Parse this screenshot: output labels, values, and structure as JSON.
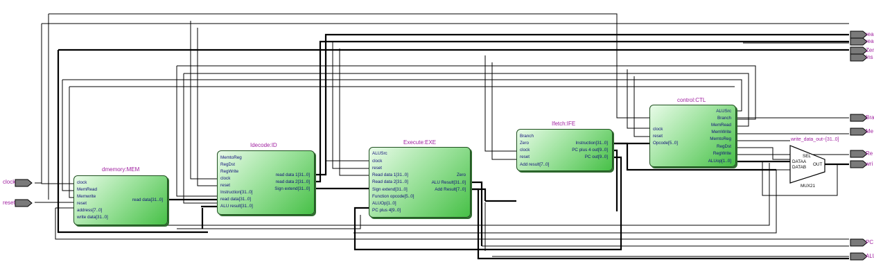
{
  "blocks": {
    "mem": {
      "name": "dmemory:MEM",
      "inputs": [
        "clock",
        "MemRead",
        "Memwrite",
        "reset",
        "address[7..0]",
        "write data[31..0]"
      ],
      "outputs": [
        "read data[31..0]"
      ]
    },
    "id": {
      "name": "Idecode:ID",
      "inputs": [
        "MemtoReg",
        "RegDst",
        "RegWrite",
        "clock",
        "reset",
        "Instruction[31..0]",
        "read data[31..0]",
        "ALU result[31..0]"
      ],
      "outputs": [
        "read data 1[31..0]",
        "read data 2[31..0]",
        "Sign extend[31..0]"
      ]
    },
    "exe": {
      "name": "Execute:EXE",
      "inputs": [
        "ALUSrc",
        "clock",
        "reset",
        "Read data 1[31..0]",
        "Read data 2[31..0]",
        "Sign extend[31..0]",
        "Function opcode[5..0]",
        "ALUOp[1..0]",
        "PC plus 4[9..0]"
      ],
      "outputs": [
        "Zero",
        "ALU Result[31..0]",
        "Add Result[7..0]"
      ]
    },
    "ife": {
      "name": "Ifetch:IFE",
      "inputs": [
        "Branch",
        "Zero",
        "clock",
        "reset",
        "Add result[7..0]"
      ],
      "outputs": [
        "Instruction[31..0]",
        "PC plus 4 out[9..0]",
        "PC out[9..0]"
      ]
    },
    "ctl": {
      "name": "control:CTL",
      "inputs": [
        "clock",
        "reset",
        "Opcode[5..0]"
      ],
      "outputs": [
        "ALUSrc",
        "Branch",
        "MemRead",
        "MemWrite",
        "MemtoReg",
        "RegDst",
        "RegWrite",
        "ALUop[1..0]"
      ]
    }
  },
  "mux": {
    "label": "write_data_out~[31..0]",
    "pins": [
      "SEL",
      "DATAA",
      "DATAB",
      "OUT"
    ],
    "name": "MUX21"
  },
  "ports_in": [
    "clock",
    "reset"
  ],
  "ports_out": [
    "rea",
    "rea",
    "Zer",
    "Ins",
    "Bra",
    "Me",
    "Re",
    "wri",
    "PC",
    "ALU"
  ]
}
